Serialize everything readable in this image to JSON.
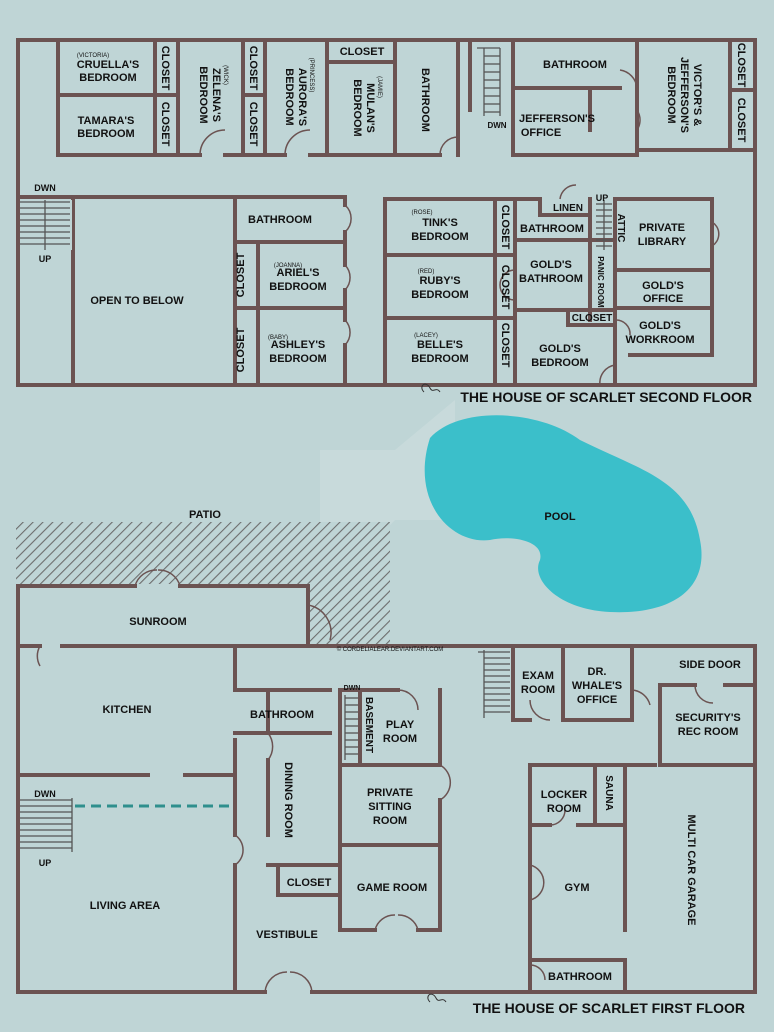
{
  "floors": {
    "second": {
      "title": "THE HOUSE OF SCARLET SECOND FLOOR",
      "rooms": {
        "cruella": {
          "sub": "(VICTORIA)",
          "l1": "CRUELLA'S",
          "l2": "BEDROOM"
        },
        "tamara": {
          "l1": "TAMARA'S",
          "l2": "BEDROOM"
        },
        "zelena": {
          "sub": "(WICK)",
          "l1": "ZELENA'S",
          "l2": "BEDROOM"
        },
        "aurora": {
          "sub": "(PRINCESS)",
          "l1": "AURORA'S",
          "l2": "BEDROOM"
        },
        "mulan": {
          "sub": "(JAMIE)",
          "l1": "MULAN'S",
          "l2": "BEDROOM"
        },
        "closet": "CLOSET",
        "bathroom": "BATHROOM",
        "jefferson_office": {
          "l1": "JEFFERSON'S",
          "l2": "OFFICE"
        },
        "victor_jefferson": {
          "l1": "VICTOR'S &",
          "l2": "JEFFERSON'S",
          "l3": "BEDROOM"
        },
        "open_to_below": "OPEN TO BELOW",
        "ariel": {
          "sub": "(JOANNA)",
          "l1": "ARIEL'S",
          "l2": "BEDROOM"
        },
        "ashley": {
          "sub": "(BABY)",
          "l1": "ASHLEY'S",
          "l2": "BEDROOM"
        },
        "tink": {
          "sub": "(ROSE)",
          "l1": "TINK'S",
          "l2": "BEDROOM"
        },
        "ruby": {
          "sub": "(RED)",
          "l1": "RUBY'S",
          "l2": "BEDROOM"
        },
        "belle": {
          "sub": "(LACEY)",
          "l1": "BELLE'S",
          "l2": "BEDROOM"
        },
        "linen": "LINEN",
        "attic": "ATTIC",
        "panic_room": "PANIC ROOM",
        "private_library": {
          "l1": "PRIVATE",
          "l2": "LIBRARY"
        },
        "gold_bathroom": {
          "l1": "GOLD'S",
          "l2": "BATHROOM"
        },
        "gold_office": {
          "l1": "GOLD'S",
          "l2": "OFFICE"
        },
        "gold_workroom": {
          "l1": "GOLD'S",
          "l2": "WORKROOM"
        },
        "gold_bedroom": {
          "l1": "GOLD'S",
          "l2": "BEDROOM"
        }
      }
    },
    "outdoor": {
      "patio": "PATIO",
      "pool": "POOL",
      "watermark": "© CORDELIALEAR.DEVIANTART.COM"
    },
    "first": {
      "title": "THE HOUSE OF SCARLET FIRST FLOOR",
      "rooms": {
        "sunroom": "SUNROOM",
        "kitchen": "KITCHEN",
        "bathroom": "BATHROOM",
        "basement": "BASEMENT",
        "play_room": {
          "l1": "PLAY",
          "l2": "ROOM"
        },
        "exam_room": {
          "l1": "EXAM",
          "l2": "ROOM"
        },
        "dr_whale": {
          "l1": "DR.",
          "l2": "WHALE'S",
          "l3": "OFFICE"
        },
        "side_door": "SIDE DOOR",
        "security_rec": {
          "l1": "SECURITY'S",
          "l2": "REC ROOM"
        },
        "dining_room": "DINING ROOM",
        "private_sitting": {
          "l1": "PRIVATE",
          "l2": "SITTING",
          "l3": "ROOM"
        },
        "locker_room": {
          "l1": "LOCKER",
          "l2": "ROOM"
        },
        "sauna": "SAUNA",
        "multi_car_garage": "MULTI CAR GARAGE",
        "closet": "CLOSET",
        "game_room": "GAME ROOM",
        "gym": "GYM",
        "living_area": "LIVING AREA",
        "vestibule": "VESTIBULE"
      }
    }
  },
  "stairs": {
    "down": "DWN",
    "up": "UP"
  },
  "colors": {
    "background": "#bfd5d6",
    "wall": "#6b5352",
    "pool": "#3bbfca",
    "dashed_line": "#2f8f8d"
  }
}
